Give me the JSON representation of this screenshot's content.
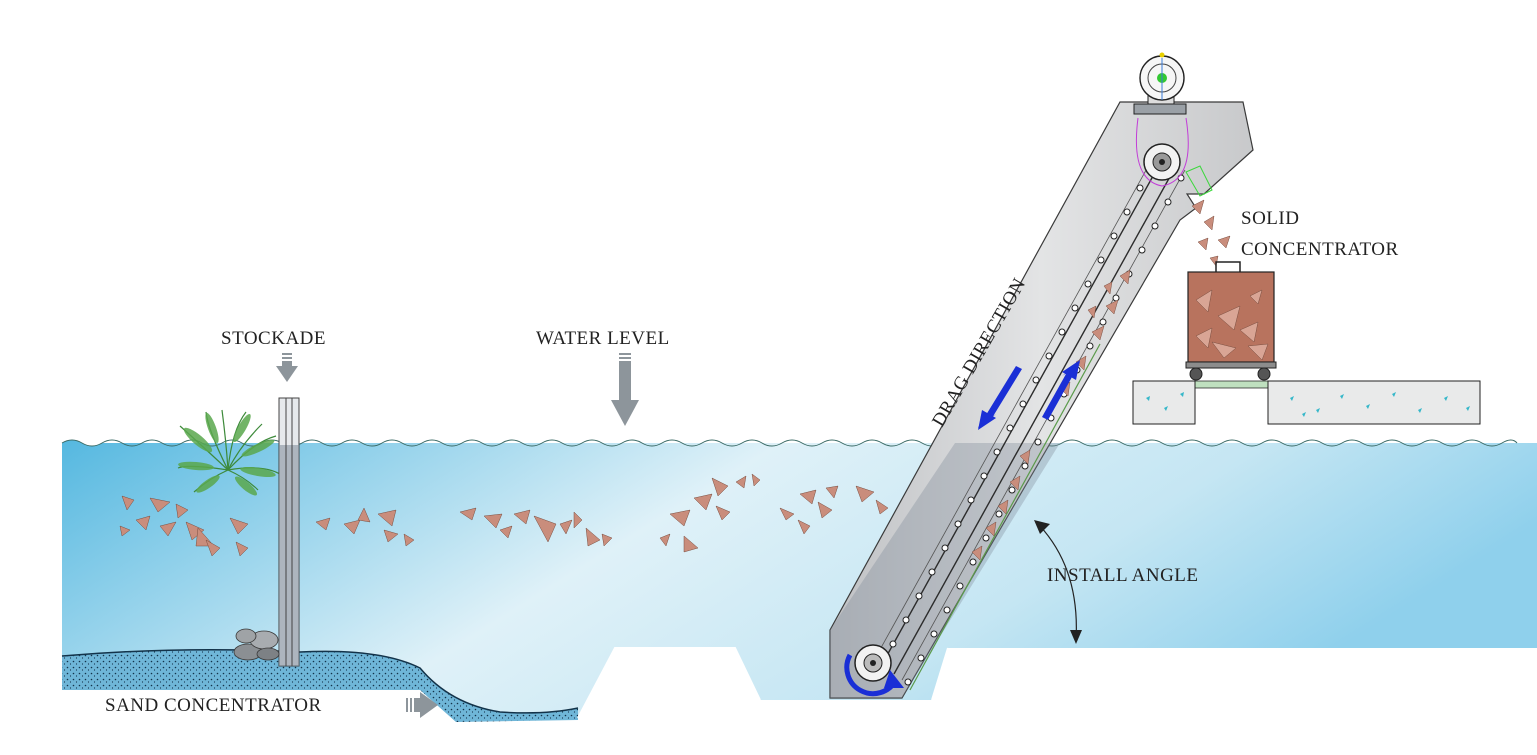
{
  "labels": {
    "stockade": "STOCKADE",
    "water_level": "WATER LEVEL",
    "drag_direction": "DRAG DIRECTION",
    "solid_concentrator_line1": "SOLID",
    "solid_concentrator_line2": "CONCENTRATOR",
    "install_angle": "INSTALL ANGLE",
    "sand_concentrator": "SAND  CONCENTRATOR"
  },
  "colors": {
    "water_deep": "#55b8e0",
    "water_light": "#dff1f8",
    "machine_body": "#cfd0d2",
    "debris": "#c98d7c",
    "drag_arrows": "#1a2fd6",
    "indicator_arrows": "#8d959b",
    "platform": "#e9eaea"
  },
  "icons": {
    "down_arrow": "down-arrow-icon",
    "right_arrow": "right-arrow-icon",
    "rotation_arrow": "rotation-arrow-icon"
  }
}
